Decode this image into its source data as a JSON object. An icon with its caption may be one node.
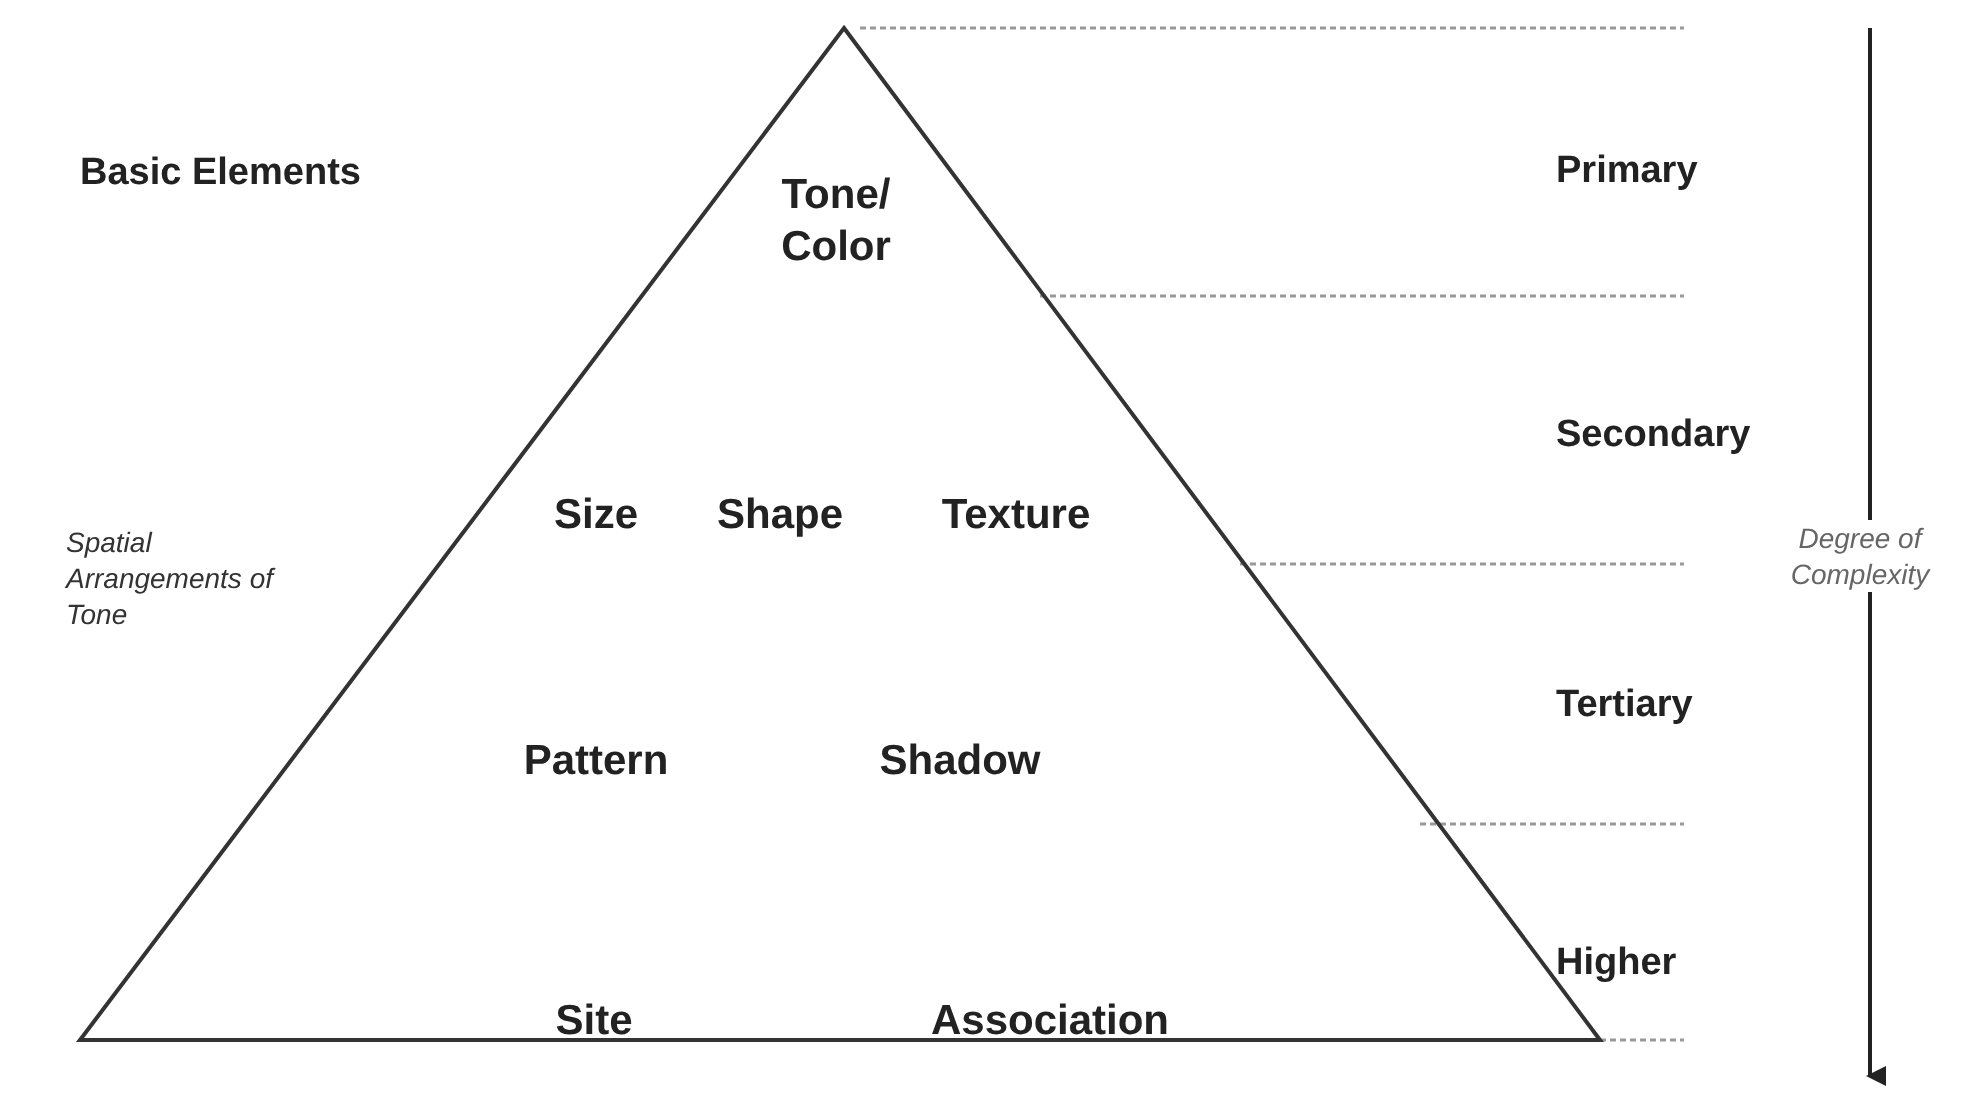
{
  "diagram": {
    "nodes": [
      {
        "text": [
          "Tone/ Color",
          "Size",
          "Shape",
          "Texture",
          "Pattern",
          "Shadow",
          "Site",
          "Association"
        ]
      }
    ],
    "edges": [],
    "labels": [
      "Basic Elements",
      "Primary",
      "Secondary",
      "Spatial Arrangements of Tone",
      "Degree of Complexity",
      "Tertiary",
      "Higher"
    ]
  }
}
